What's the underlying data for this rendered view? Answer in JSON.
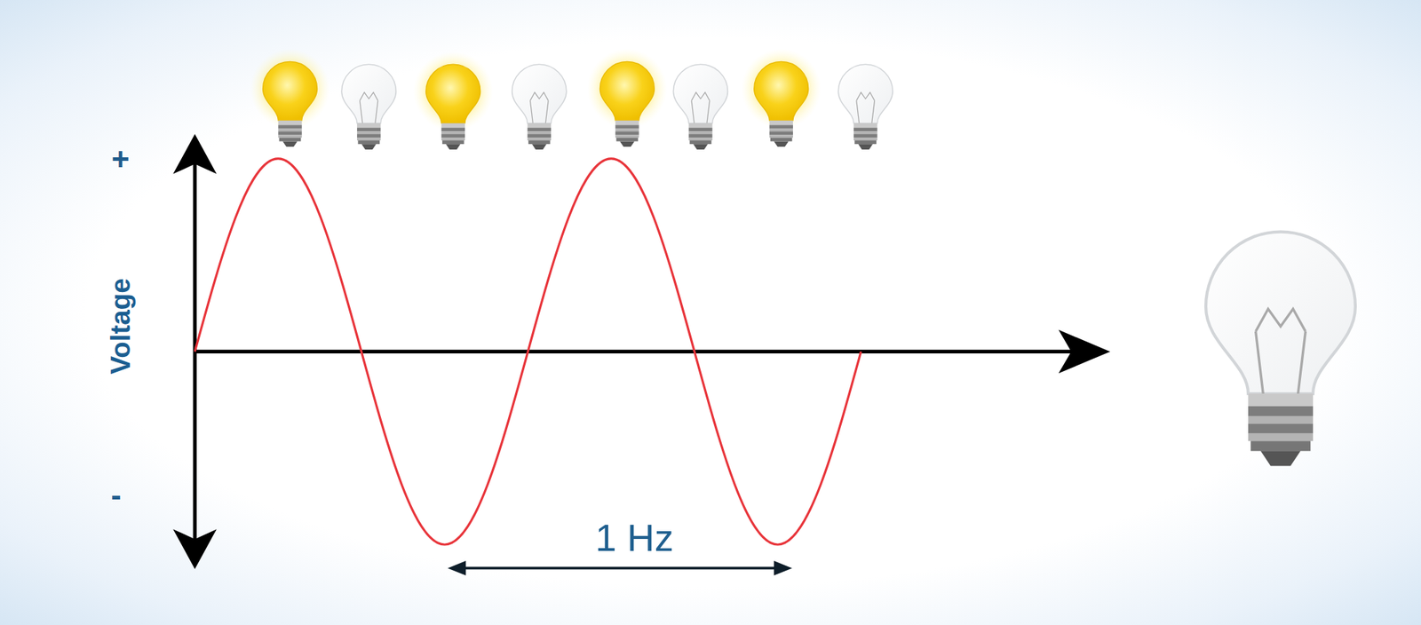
{
  "diagram": {
    "labels": [
      "+",
      "-",
      "Voltage",
      "1 Hz"
    ]
  }
}
